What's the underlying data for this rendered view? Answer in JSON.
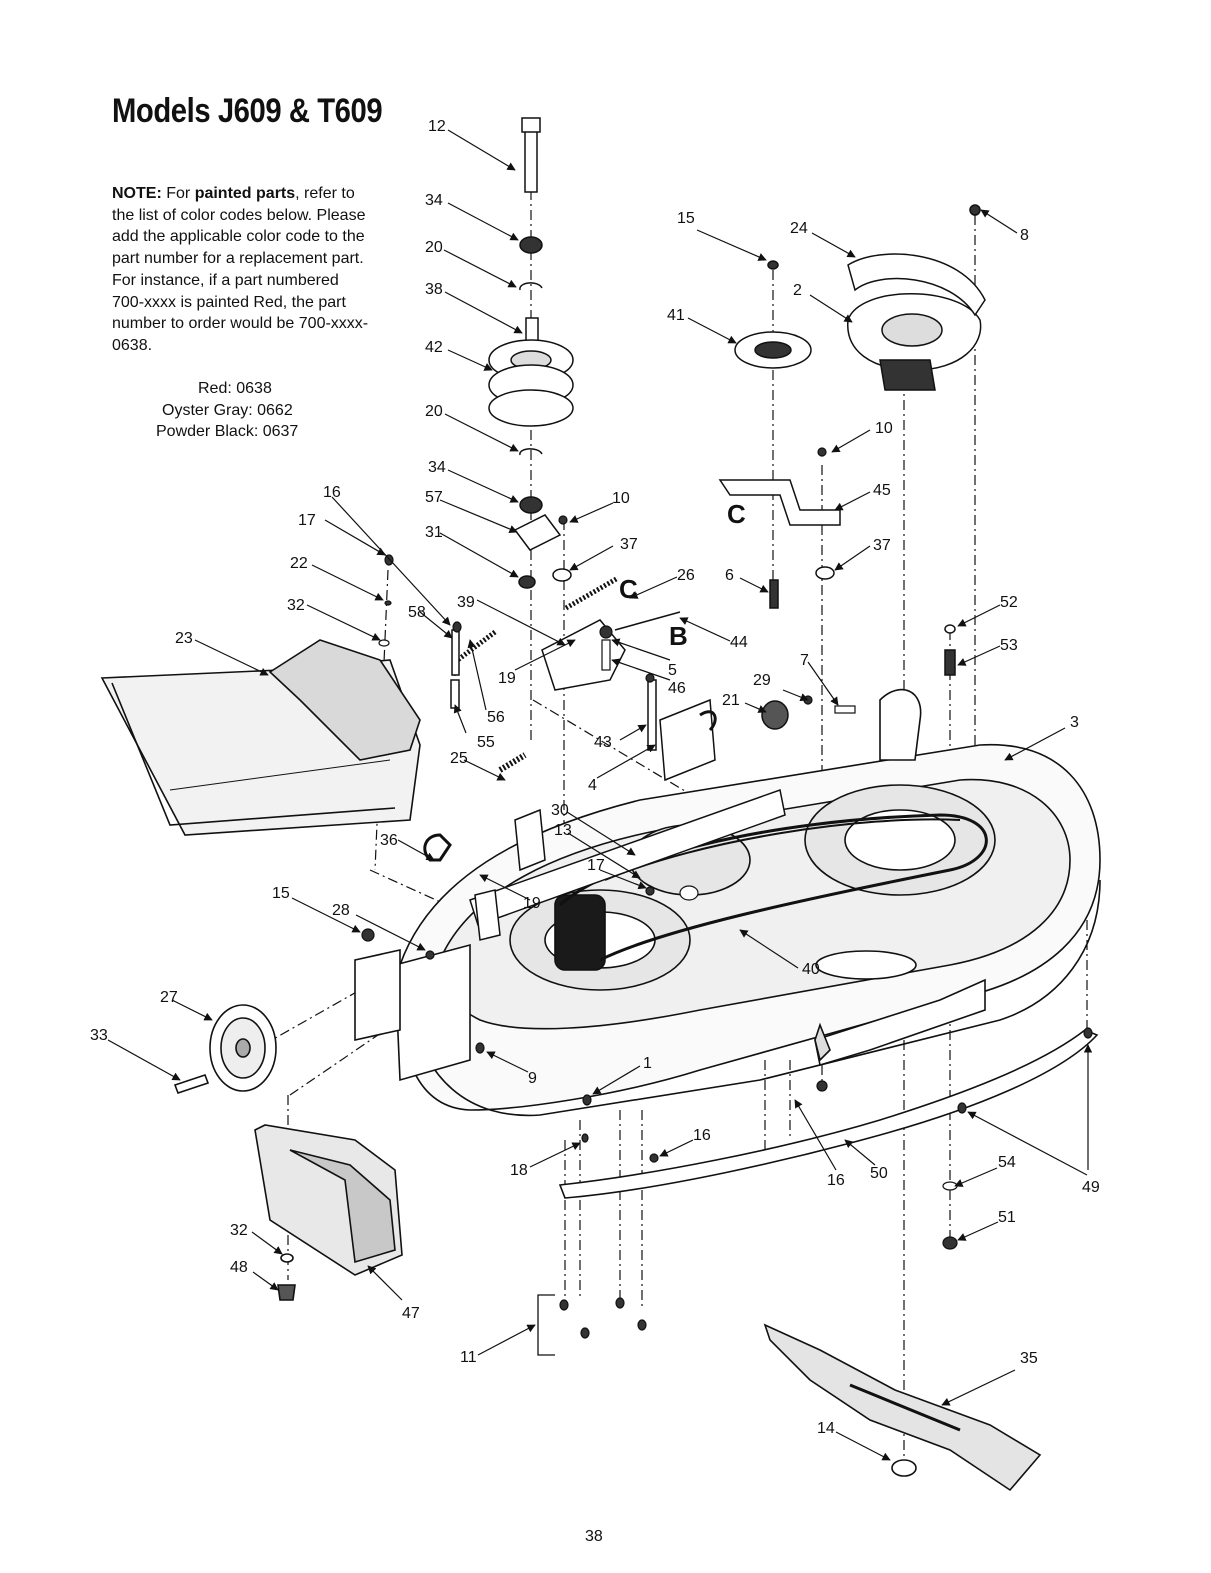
{
  "title": "Models J609 & T609",
  "note": {
    "lead": "NOTE:",
    "pre": "For",
    "bold": "painted parts",
    "body": ", refer to the list of color codes below. Please add the applicable color code to the part number for a replacement part. For instance, if a part numbered 700-xxxx is painted Red, the part number to order would be 700-xxxx-0638."
  },
  "color_codes": [
    "Red: 0638",
    "Oyster Gray: 0662",
    "Powder Black: 0637"
  ],
  "page_number": "38",
  "callouts": [
    {
      "id": "c12",
      "text": "12"
    },
    {
      "id": "c34a",
      "text": "34"
    },
    {
      "id": "c20a",
      "text": "20"
    },
    {
      "id": "c38",
      "text": "38"
    },
    {
      "id": "c42",
      "text": "42"
    },
    {
      "id": "c20b",
      "text": "20"
    },
    {
      "id": "c34b",
      "text": "34"
    },
    {
      "id": "c57",
      "text": "57"
    },
    {
      "id": "c31",
      "text": "31"
    },
    {
      "id": "c10a",
      "text": "10"
    },
    {
      "id": "c37a",
      "text": "37"
    },
    {
      "id": "c15a",
      "text": "15"
    },
    {
      "id": "c24",
      "text": "24"
    },
    {
      "id": "c8",
      "text": "8"
    },
    {
      "id": "c2",
      "text": "2"
    },
    {
      "id": "c41",
      "text": "41"
    },
    {
      "id": "c10b",
      "text": "10"
    },
    {
      "id": "c45",
      "text": "45"
    },
    {
      "id": "c37b",
      "text": "37"
    },
    {
      "id": "c26",
      "text": "26"
    },
    {
      "id": "c6",
      "text": "6"
    },
    {
      "id": "c44",
      "text": "44"
    },
    {
      "id": "c52",
      "text": "52"
    },
    {
      "id": "c53",
      "text": "53"
    },
    {
      "id": "c16a",
      "text": "16"
    },
    {
      "id": "c17a",
      "text": "17"
    },
    {
      "id": "c22",
      "text": "22"
    },
    {
      "id": "c32a",
      "text": "32"
    },
    {
      "id": "c23",
      "text": "23"
    },
    {
      "id": "c58",
      "text": "58"
    },
    {
      "id": "c39",
      "text": "39"
    },
    {
      "id": "c19a",
      "text": "19"
    },
    {
      "id": "c5",
      "text": "5"
    },
    {
      "id": "c46",
      "text": "46"
    },
    {
      "id": "c7",
      "text": "7"
    },
    {
      "id": "c29",
      "text": "29"
    },
    {
      "id": "c21",
      "text": "21"
    },
    {
      "id": "c3",
      "text": "3"
    },
    {
      "id": "c56",
      "text": "56"
    },
    {
      "id": "c55",
      "text": "55"
    },
    {
      "id": "c43",
      "text": "43"
    },
    {
      "id": "c25",
      "text": "25"
    },
    {
      "id": "c4",
      "text": "4"
    },
    {
      "id": "c30",
      "text": "30"
    },
    {
      "id": "c13",
      "text": "13"
    },
    {
      "id": "c36",
      "text": "36"
    },
    {
      "id": "c17b",
      "text": "17"
    },
    {
      "id": "c19b",
      "text": "19"
    },
    {
      "id": "c15b",
      "text": "15"
    },
    {
      "id": "c28",
      "text": "28"
    },
    {
      "id": "c40",
      "text": "40"
    },
    {
      "id": "c27",
      "text": "27"
    },
    {
      "id": "c33",
      "text": "33"
    },
    {
      "id": "c9",
      "text": "9"
    },
    {
      "id": "c1",
      "text": "1"
    },
    {
      "id": "c16b",
      "text": "16"
    },
    {
      "id": "c18",
      "text": "18"
    },
    {
      "id": "c16c",
      "text": "16"
    },
    {
      "id": "c50",
      "text": "50"
    },
    {
      "id": "c54",
      "text": "54"
    },
    {
      "id": "c49",
      "text": "49"
    },
    {
      "id": "c51",
      "text": "51"
    },
    {
      "id": "c32b",
      "text": "32"
    },
    {
      "id": "c48",
      "text": "48"
    },
    {
      "id": "c47",
      "text": "47"
    },
    {
      "id": "c11",
      "text": "11"
    },
    {
      "id": "c35",
      "text": "35"
    },
    {
      "id": "c14",
      "text": "14"
    }
  ],
  "reference_letters": [
    {
      "id": "rC1",
      "text": "C"
    },
    {
      "id": "rC2",
      "text": "C"
    },
    {
      "id": "rB",
      "text": "B"
    }
  ]
}
